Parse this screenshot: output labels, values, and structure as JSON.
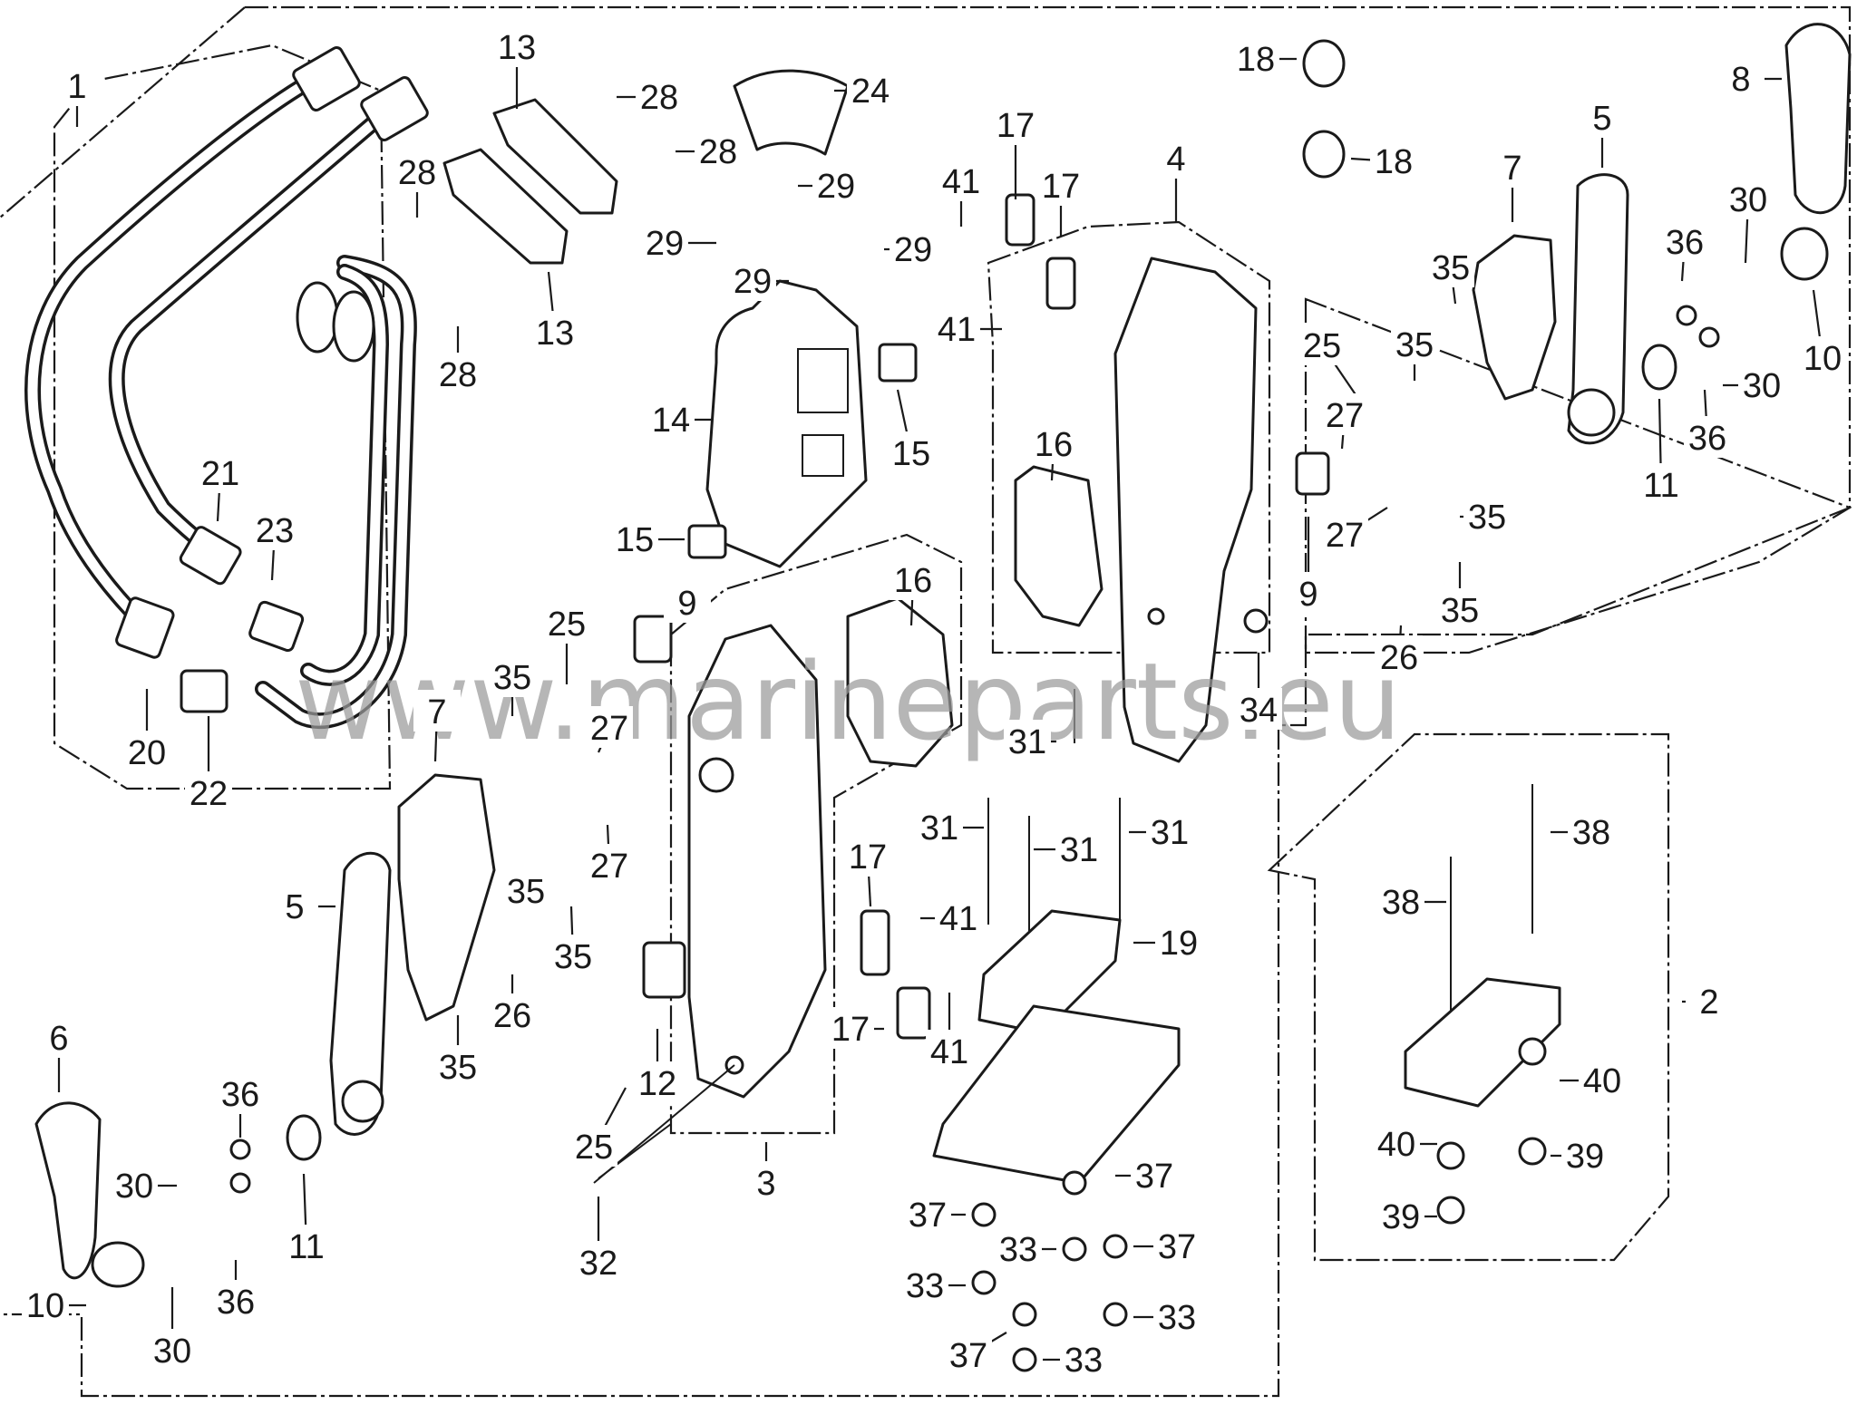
{
  "watermark": "www.marineparts.eu",
  "colors": {
    "ink": "#1a1a1a",
    "background": "#ffffff",
    "watermark": "#9a9a9a"
  },
  "diagram": {
    "callouts": [
      {
        "id": "c1",
        "text": "1"
      },
      {
        "id": "c2",
        "text": "2"
      },
      {
        "id": "c3",
        "text": "3"
      },
      {
        "id": "c4",
        "text": "4"
      },
      {
        "id": "c5a",
        "text": "5"
      },
      {
        "id": "c5b",
        "text": "5"
      },
      {
        "id": "c6",
        "text": "6"
      },
      {
        "id": "c7a",
        "text": "7"
      },
      {
        "id": "c7b",
        "text": "7"
      },
      {
        "id": "c8",
        "text": "8"
      },
      {
        "id": "c9a",
        "text": "9"
      },
      {
        "id": "c9b",
        "text": "9"
      },
      {
        "id": "c10a",
        "text": "10"
      },
      {
        "id": "c10b",
        "text": "10"
      },
      {
        "id": "c11a",
        "text": "11"
      },
      {
        "id": "c11b",
        "text": "11"
      },
      {
        "id": "c12",
        "text": "12"
      },
      {
        "id": "c13a",
        "text": "13"
      },
      {
        "id": "c13b",
        "text": "13"
      },
      {
        "id": "c14",
        "text": "14"
      },
      {
        "id": "c15a",
        "text": "15"
      },
      {
        "id": "c15b",
        "text": "15"
      },
      {
        "id": "c16a",
        "text": "16"
      },
      {
        "id": "c16b",
        "text": "16"
      },
      {
        "id": "c17a",
        "text": "17"
      },
      {
        "id": "c17b",
        "text": "17"
      },
      {
        "id": "c17c",
        "text": "17"
      },
      {
        "id": "c17d",
        "text": "17"
      },
      {
        "id": "c18a",
        "text": "18"
      },
      {
        "id": "c18b",
        "text": "18"
      },
      {
        "id": "c19",
        "text": "19"
      },
      {
        "id": "c20",
        "text": "20"
      },
      {
        "id": "c21",
        "text": "21"
      },
      {
        "id": "c22",
        "text": "22"
      },
      {
        "id": "c23",
        "text": "23"
      },
      {
        "id": "c24",
        "text": "24"
      },
      {
        "id": "c25a",
        "text": "25"
      },
      {
        "id": "c25b",
        "text": "25"
      },
      {
        "id": "c25c",
        "text": "25"
      },
      {
        "id": "c26a",
        "text": "26"
      },
      {
        "id": "c26b",
        "text": "26"
      },
      {
        "id": "c27a",
        "text": "27"
      },
      {
        "id": "c27b",
        "text": "27"
      },
      {
        "id": "c27c",
        "text": "27"
      },
      {
        "id": "c27d",
        "text": "27"
      },
      {
        "id": "c28a",
        "text": "28"
      },
      {
        "id": "c28b",
        "text": "28"
      },
      {
        "id": "c28c",
        "text": "28"
      },
      {
        "id": "c28d",
        "text": "28"
      },
      {
        "id": "c29a",
        "text": "29"
      },
      {
        "id": "c29b",
        "text": "29"
      },
      {
        "id": "c29c",
        "text": "29"
      },
      {
        "id": "c29d",
        "text": "29"
      },
      {
        "id": "c30a",
        "text": "30"
      },
      {
        "id": "c30b",
        "text": "30"
      },
      {
        "id": "c30c",
        "text": "30"
      },
      {
        "id": "c30d",
        "text": "30"
      },
      {
        "id": "c31a",
        "text": "31"
      },
      {
        "id": "c31b",
        "text": "31"
      },
      {
        "id": "c31c",
        "text": "31"
      },
      {
        "id": "c31d",
        "text": "31"
      },
      {
        "id": "c32",
        "text": "32"
      },
      {
        "id": "c33a",
        "text": "33"
      },
      {
        "id": "c33b",
        "text": "33"
      },
      {
        "id": "c33c",
        "text": "33"
      },
      {
        "id": "c33d",
        "text": "33"
      },
      {
        "id": "c34",
        "text": "34"
      },
      {
        "id": "c35a",
        "text": "35"
      },
      {
        "id": "c35b",
        "text": "35"
      },
      {
        "id": "c35c",
        "text": "35"
      },
      {
        "id": "c35d",
        "text": "35"
      },
      {
        "id": "c35e",
        "text": "35"
      },
      {
        "id": "c35f",
        "text": "35"
      },
      {
        "id": "c35g",
        "text": "35"
      },
      {
        "id": "c35h",
        "text": "35"
      },
      {
        "id": "c36a",
        "text": "36"
      },
      {
        "id": "c36b",
        "text": "36"
      },
      {
        "id": "c36c",
        "text": "36"
      },
      {
        "id": "c36d",
        "text": "36"
      },
      {
        "id": "c37a",
        "text": "37"
      },
      {
        "id": "c37b",
        "text": "37"
      },
      {
        "id": "c37c",
        "text": "37"
      },
      {
        "id": "c37d",
        "text": "37"
      },
      {
        "id": "c38a",
        "text": "38"
      },
      {
        "id": "c38b",
        "text": "38"
      },
      {
        "id": "c39a",
        "text": "39"
      },
      {
        "id": "c39b",
        "text": "39"
      },
      {
        "id": "c40a",
        "text": "40"
      },
      {
        "id": "c40b",
        "text": "40"
      },
      {
        "id": "c41a",
        "text": "41"
      },
      {
        "id": "c41b",
        "text": "41"
      },
      {
        "id": "c41c",
        "text": "41"
      },
      {
        "id": "c41d",
        "text": "41"
      }
    ]
  }
}
